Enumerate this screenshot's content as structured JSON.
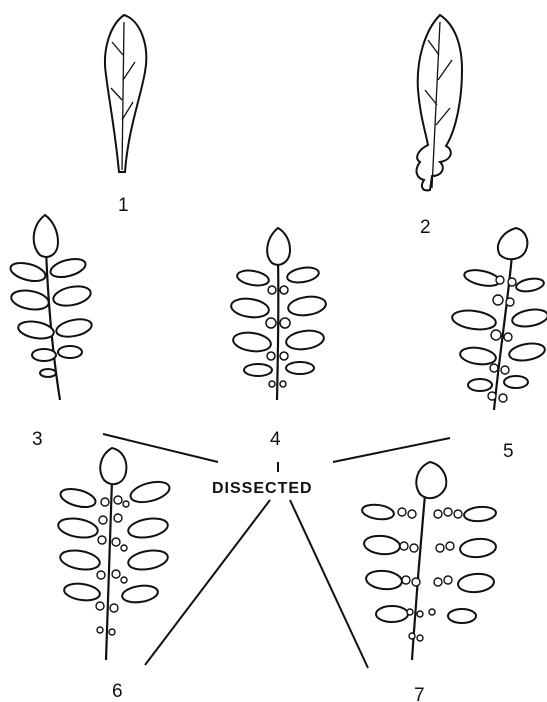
{
  "figure": {
    "center_label": "DISSECTED",
    "figures": [
      {
        "id": "1",
        "label": "1"
      },
      {
        "id": "2",
        "label": "2"
      },
      {
        "id": "3",
        "label": "3"
      },
      {
        "id": "4",
        "label": "4"
      },
      {
        "id": "5",
        "label": "5"
      },
      {
        "id": "6",
        "label": "6"
      },
      {
        "id": "7",
        "label": "7"
      }
    ]
  },
  "colors": {
    "ink": "#111111",
    "paper": "#ffffff"
  }
}
